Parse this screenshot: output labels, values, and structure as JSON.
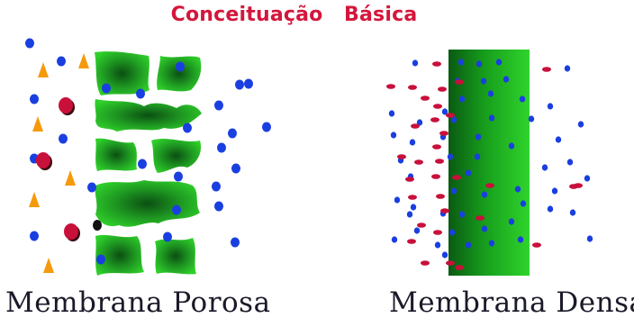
{
  "title": "Conceituação   Básica",
  "captions": {
    "porous": "Membrana Porosa",
    "dense": "Membrana Densa"
  },
  "colors": {
    "title": "#d4163c",
    "membrane_dark": "#0a5e0a",
    "membrane_light": "#22c922",
    "blue_particle": "#1a3fe0",
    "red_particle": "#c8103a",
    "orange_particle": "#f59a0c",
    "black_particle": "#111111"
  },
  "legend_icons": [
    "blue-dot-icon",
    "red-dot-icon",
    "orange-triangle-icon",
    "black-dot-icon"
  ]
}
